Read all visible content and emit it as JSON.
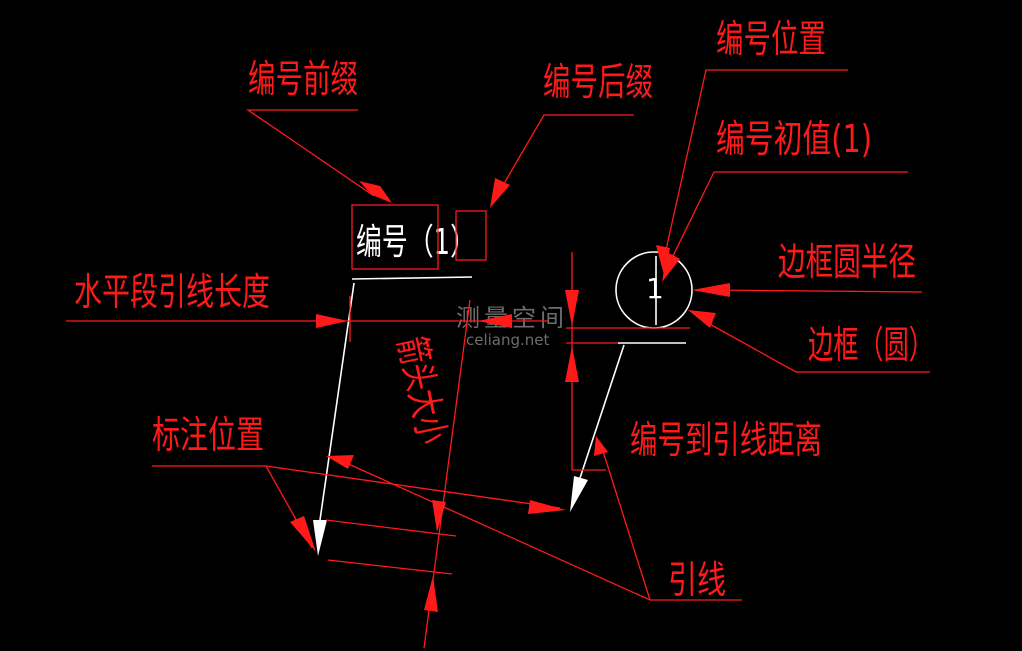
{
  "labels": {
    "prefix": "编号前缀",
    "suffix": "编号后缀",
    "number_position": "编号位置",
    "number_initial": "编号初值(1)",
    "circle_radius": "边框圆半径",
    "horizontal_length": "水平段引线长度",
    "frame_circle": "边框（圆）",
    "arrow_size": "箭头大小",
    "mark_position": "标注位置",
    "number_to_leader": "编号到引线距离",
    "leader": "引线"
  },
  "sample": {
    "text": "编号（1）",
    "circle_text": "1"
  },
  "watermark": {
    "cn": "测量空间",
    "en": "celiang.net"
  },
  "colors": {
    "background": "#000000",
    "annotation": "#ff1a1a",
    "geometry": "#ffffff",
    "watermark": "#6d6d6d"
  }
}
